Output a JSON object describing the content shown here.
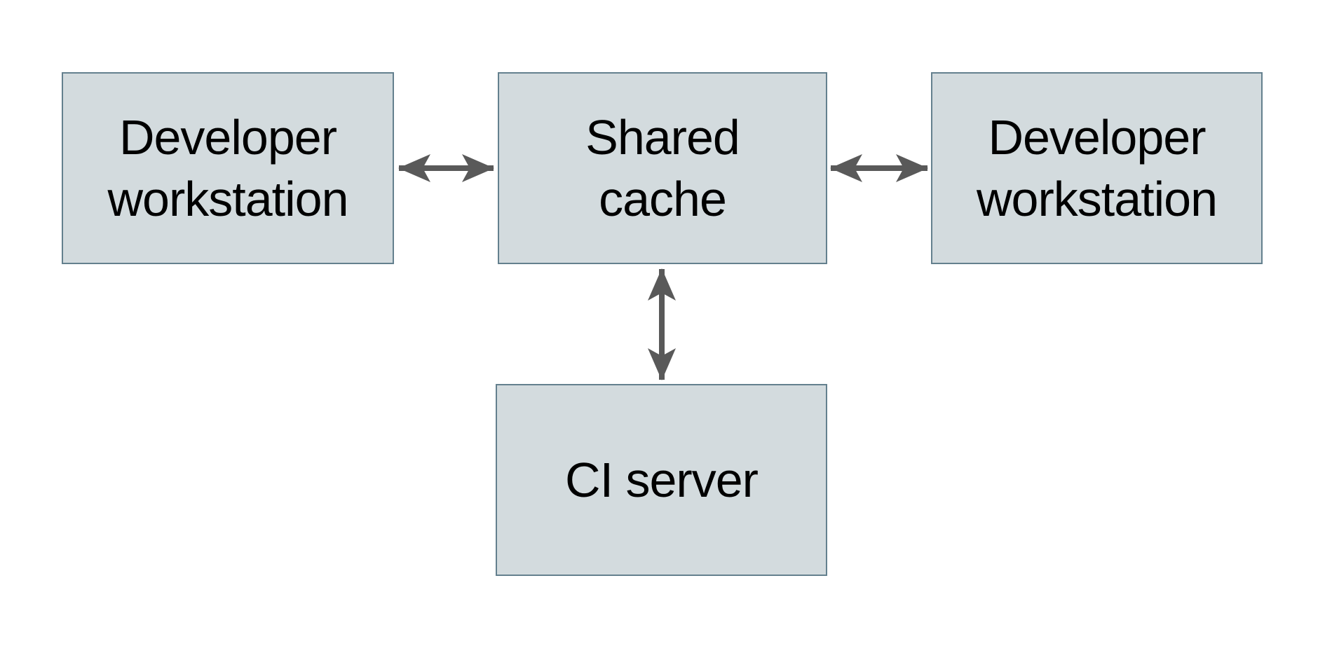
{
  "canvas": {
    "background": "#ffffff"
  },
  "diagram": {
    "type": "architecture-diagram",
    "description": "Shared cache diagram: two developer workstations and a CI server connected bidirectionally to a shared cache",
    "colors": {
      "node-fill": "#d3dbde",
      "node-border": "#64808e",
      "arrow": "#595959",
      "text": "#000000",
      "bg": "#ffffff"
    },
    "nodes": {
      "dev_left": {
        "label": "Developer workstation",
        "line1": "Developer",
        "line2": "workstation"
      },
      "shared_cache": {
        "label": "Shared cache",
        "line1": "Shared",
        "line2": "cache"
      },
      "dev_right": {
        "label": "Developer workstation",
        "line1": "Developer",
        "line2": "workstation"
      },
      "ci_server": {
        "label": "CI server",
        "line1": "CI server"
      }
    },
    "edges": [
      {
        "from": "Developer workstation (left)",
        "to": "Shared cache",
        "direction": "bidirectional",
        "orientation": "horizontal"
      },
      {
        "from": "Shared cache",
        "to": "Developer workstation (right)",
        "direction": "bidirectional",
        "orientation": "horizontal"
      },
      {
        "from": "Shared cache",
        "to": "CI server",
        "direction": "bidirectional",
        "orientation": "vertical"
      }
    ]
  }
}
